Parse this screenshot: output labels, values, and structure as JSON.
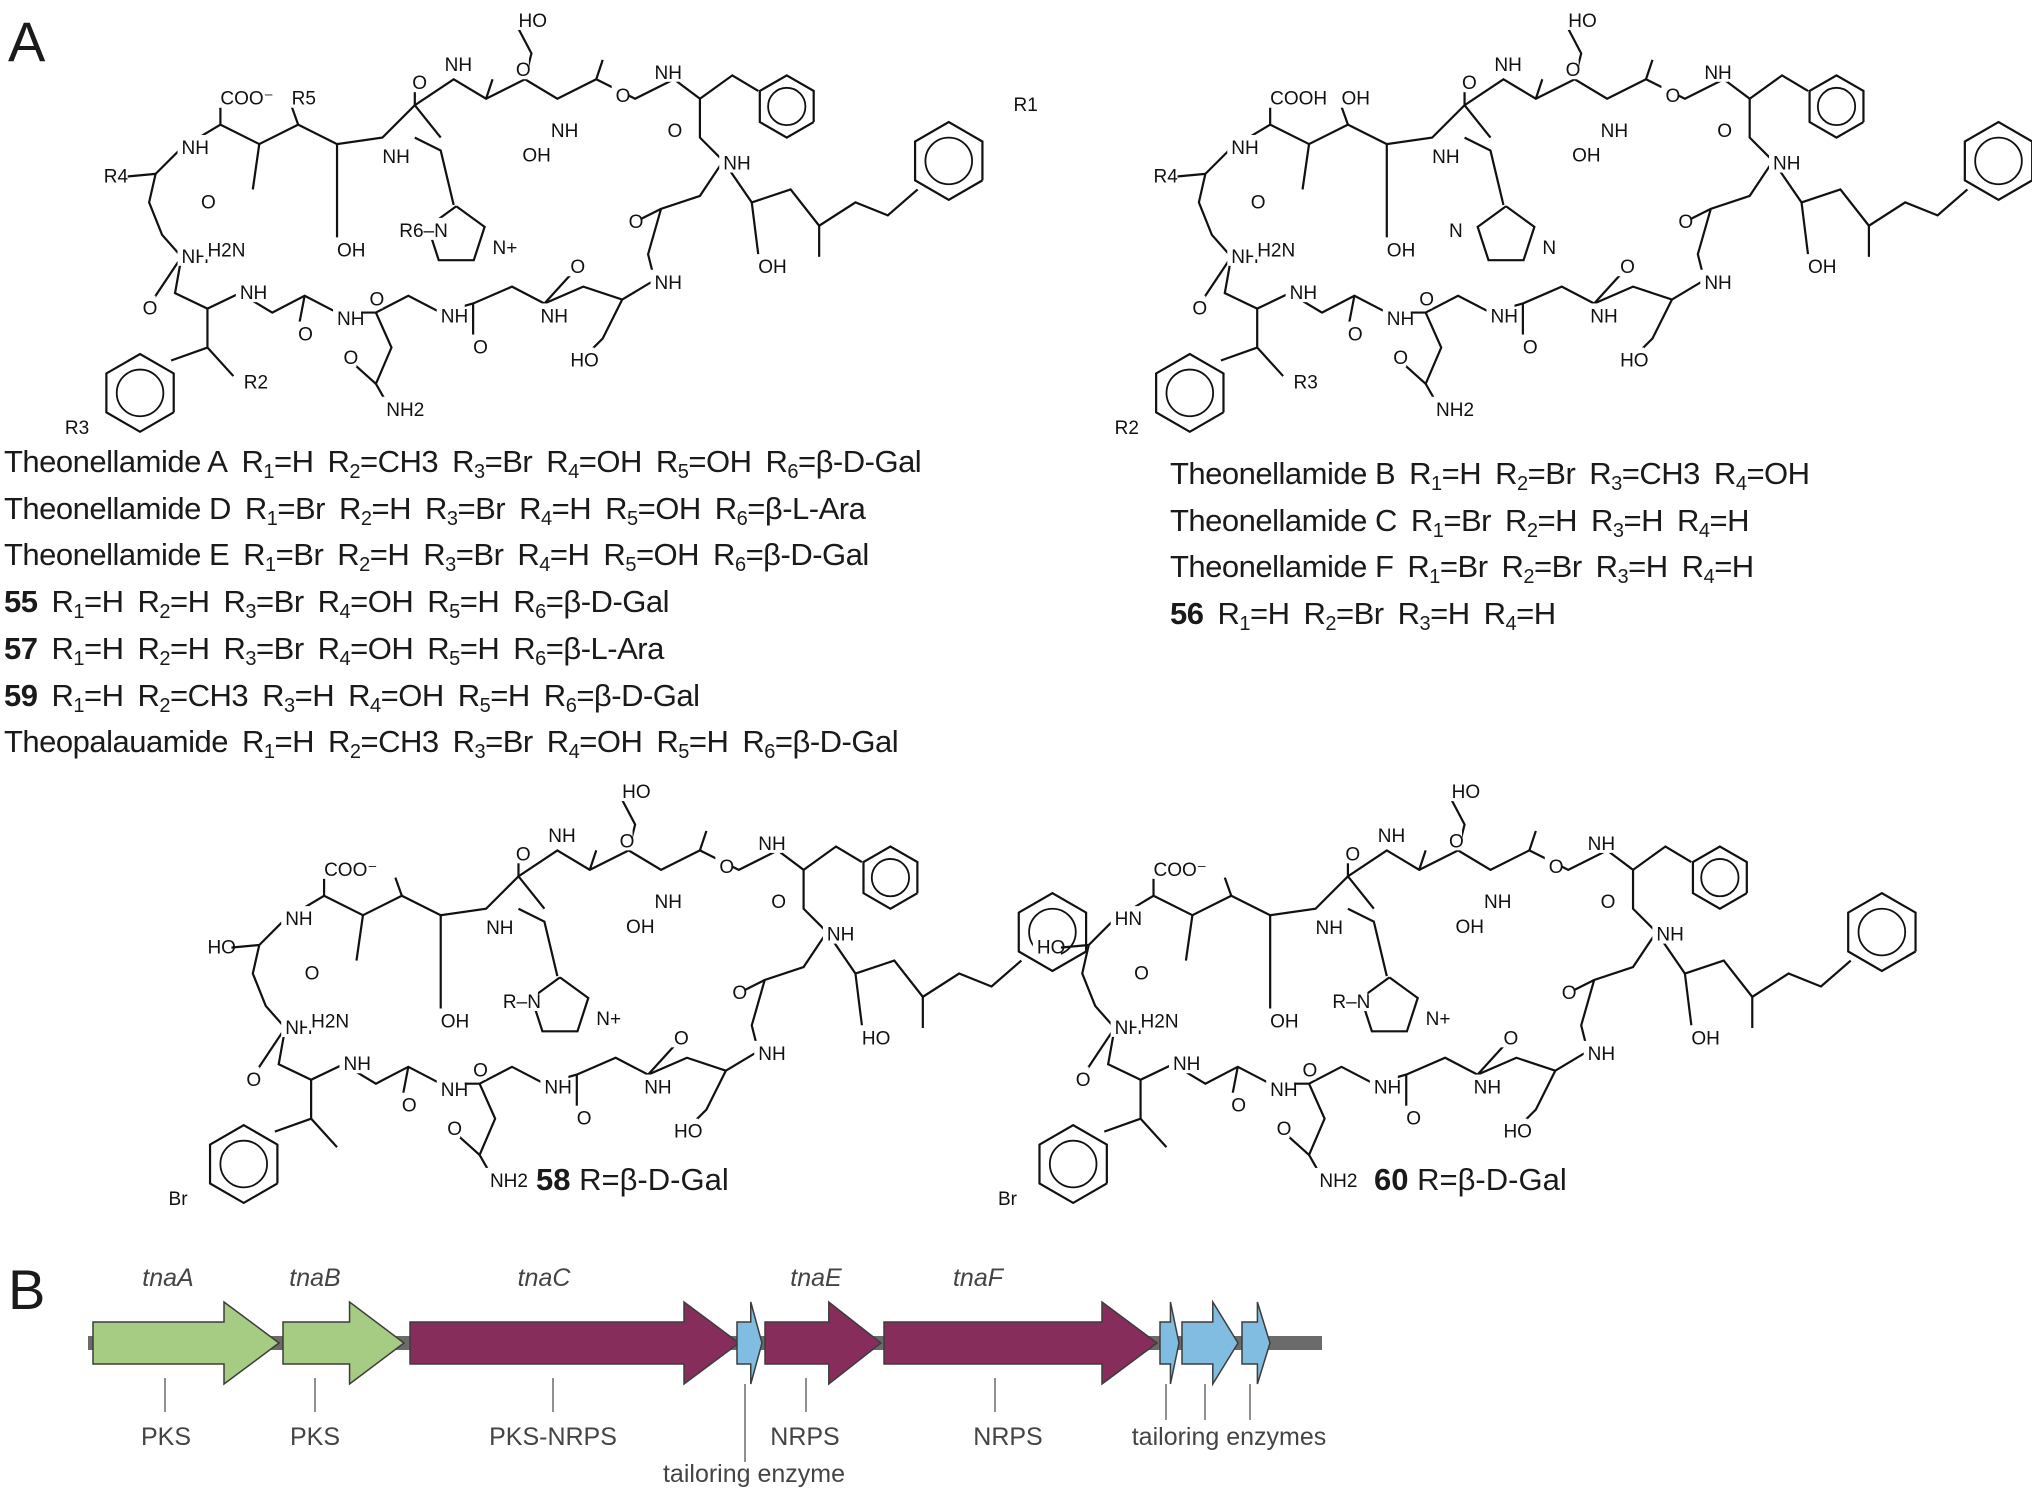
{
  "panels": {
    "a": "A",
    "b": "B"
  },
  "structures": [
    {
      "id": "top-left",
      "labels": [
        "COO⁻",
        "R5",
        "NH",
        "R4",
        "O",
        "NH",
        "H2N",
        "OH",
        "O",
        "NH",
        "NH",
        "O",
        "O",
        "NH",
        "O",
        "NH",
        "O",
        "HO",
        "NH",
        "O",
        "OH",
        "R2",
        "R3",
        "NH2",
        "O",
        "NH",
        "O",
        "NH",
        "O",
        "NH",
        "HO",
        "NH",
        "O",
        "O",
        "NH",
        "OH",
        "R6–N",
        "N+",
        "R1"
      ]
    },
    {
      "id": "top-right",
      "labels": [
        "COOH",
        "OH",
        "NH",
        "R4",
        "O",
        "NH",
        "H2N",
        "OH",
        "O",
        "NH",
        "NH",
        "O",
        "O",
        "NH",
        "O",
        "NH",
        "O",
        "HO",
        "NH",
        "O",
        "OH",
        "R3",
        "R2",
        "NH2",
        "O",
        "NH",
        "O",
        "NH",
        "O",
        "NH",
        "HO",
        "NH",
        "O",
        "O",
        "NH",
        "OH",
        "N",
        "N",
        "R1"
      ]
    },
    {
      "id": "compound-58",
      "labels": [
        "COO⁻",
        "",
        "NH",
        "HO",
        "O",
        "NH",
        "H2N",
        "OH",
        "O",
        "NH",
        "NH",
        "O",
        "O",
        "NH",
        "O",
        "NH",
        "O",
        "HO",
        "NH",
        "O",
        "HO",
        "",
        "Br",
        "NH2",
        "O",
        "NH",
        "O",
        "NH",
        "O",
        "NH",
        "HO",
        "NH",
        "O",
        "O",
        "NH",
        "OH",
        "R–N",
        "N+",
        ""
      ]
    },
    {
      "id": "compound-60",
      "labels": [
        "COO⁻",
        "",
        "HN",
        "HO",
        "O",
        "NH",
        "H2N",
        "OH",
        "O",
        "NH",
        "NH",
        "O",
        "O",
        "NH",
        "O",
        "NH",
        "O",
        "HO",
        "NH",
        "O",
        "OH",
        "",
        "Br",
        "NH2",
        "O",
        "NH",
        "O",
        "NH",
        "O",
        "NH",
        "HO",
        "NH",
        "O",
        "O",
        "NH",
        "OH",
        "R–N",
        "N+",
        ""
      ]
    }
  ],
  "left_table": [
    {
      "name": "Theonellamide A",
      "bold": false,
      "items": [
        {
          "r": "1",
          "v": "H"
        },
        {
          "r": "2",
          "v": "CH3"
        },
        {
          "r": "3",
          "v": "Br"
        },
        {
          "r": "4",
          "v": "OH"
        },
        {
          "r": "5",
          "v": "OH"
        },
        {
          "r": "6",
          "v": "β-D-Gal"
        }
      ]
    },
    {
      "name": "Theonellamide D",
      "bold": false,
      "items": [
        {
          "r": "1",
          "v": "Br"
        },
        {
          "r": "2",
          "v": "H"
        },
        {
          "r": "3",
          "v": "Br"
        },
        {
          "r": "4",
          "v": "H"
        },
        {
          "r": "5",
          "v": "OH"
        },
        {
          "r": "6",
          "v": "β-L-Ara"
        }
      ]
    },
    {
      "name": "Theonellamide E",
      "bold": false,
      "items": [
        {
          "r": "1",
          "v": "Br"
        },
        {
          "r": "2",
          "v": "H"
        },
        {
          "r": "3",
          "v": "Br"
        },
        {
          "r": "4",
          "v": "H"
        },
        {
          "r": "5",
          "v": "OH"
        },
        {
          "r": "6",
          "v": "β-D-Gal"
        }
      ]
    },
    {
      "name": "55",
      "bold": true,
      "items": [
        {
          "r": "1",
          "v": "H"
        },
        {
          "r": "2",
          "v": "H"
        },
        {
          "r": "3",
          "v": "Br"
        },
        {
          "r": "4",
          "v": "OH"
        },
        {
          "r": "5",
          "v": "H"
        },
        {
          "r": "6",
          "v": "β-D-Gal"
        }
      ]
    },
    {
      "name": "57",
      "bold": true,
      "items": [
        {
          "r": "1",
          "v": "H"
        },
        {
          "r": "2",
          "v": "H"
        },
        {
          "r": "3",
          "v": "Br"
        },
        {
          "r": "4",
          "v": "OH"
        },
        {
          "r": "5",
          "v": "H"
        },
        {
          "r": "6",
          "v": "β-L-Ara"
        }
      ]
    },
    {
      "name": "59",
      "bold": true,
      "items": [
        {
          "r": "1",
          "v": "H"
        },
        {
          "r": "2",
          "v": "CH3"
        },
        {
          "r": "3",
          "v": "H"
        },
        {
          "r": "4",
          "v": "OH"
        },
        {
          "r": "5",
          "v": "H"
        },
        {
          "r": "6",
          "v": "β-D-Gal"
        }
      ]
    },
    {
      "name": "Theopalauamide",
      "bold": false,
      "items": [
        {
          "r": "1",
          "v": "H"
        },
        {
          "r": "2",
          "v": "CH3"
        },
        {
          "r": "3",
          "v": "Br"
        },
        {
          "r": "4",
          "v": "OH"
        },
        {
          "r": "5",
          "v": "H"
        },
        {
          "r": "6",
          "v": "β-D-Gal"
        }
      ]
    }
  ],
  "right_table": [
    {
      "name": "Theonellamide B",
      "bold": false,
      "items": [
        {
          "r": "1",
          "v": "H"
        },
        {
          "r": "2",
          "v": "Br"
        },
        {
          "r": "3",
          "v": "CH3"
        },
        {
          "r": "4",
          "v": "OH"
        }
      ]
    },
    {
      "name": "Theonellamide C",
      "bold": false,
      "items": [
        {
          "r": "1",
          "v": "Br"
        },
        {
          "r": "2",
          "v": "H"
        },
        {
          "r": "3",
          "v": "H"
        },
        {
          "r": "4",
          "v": "H"
        }
      ]
    },
    {
      "name": "Theonellamide F",
      "bold": false,
      "items": [
        {
          "r": "1",
          "v": "Br"
        },
        {
          "r": "2",
          "v": "Br"
        },
        {
          "r": "3",
          "v": "H"
        },
        {
          "r": "4",
          "v": "H"
        }
      ]
    },
    {
      "name": "56",
      "bold": true,
      "items": [
        {
          "r": "1",
          "v": "H"
        },
        {
          "r": "2",
          "v": "Br"
        },
        {
          "r": "3",
          "v": "H"
        },
        {
          "r": "4",
          "v": "H"
        }
      ]
    }
  ],
  "compound_labels": [
    {
      "number": "58",
      "text": "R=β-D-Gal"
    },
    {
      "number": "60",
      "text": "R=β-D-Gal"
    }
  ],
  "gene_cluster": {
    "colors": {
      "pks": "#a6cb82",
      "nrps": "#862d5c",
      "tailoring": "#80bde0",
      "backbone": "#6b6b6b"
    },
    "genes": [
      {
        "name": "tnaA",
        "type": "pks"
      },
      {
        "name": "tnaB",
        "type": "pks"
      },
      {
        "name": "tnaC",
        "type": "nrps"
      },
      {
        "name": "",
        "type": "tailoring"
      },
      {
        "name": "tnaE",
        "type": "nrps"
      },
      {
        "name": "tnaF",
        "type": "nrps"
      },
      {
        "name": "",
        "type": "tailoring"
      },
      {
        "name": "",
        "type": "tailoring"
      },
      {
        "name": "",
        "type": "tailoring"
      }
    ],
    "functions": [
      "PKS",
      "PKS",
      "PKS-NRPS",
      "tailoring enzyme",
      "NRPS",
      "NRPS",
      "tailoring enzymes"
    ]
  }
}
